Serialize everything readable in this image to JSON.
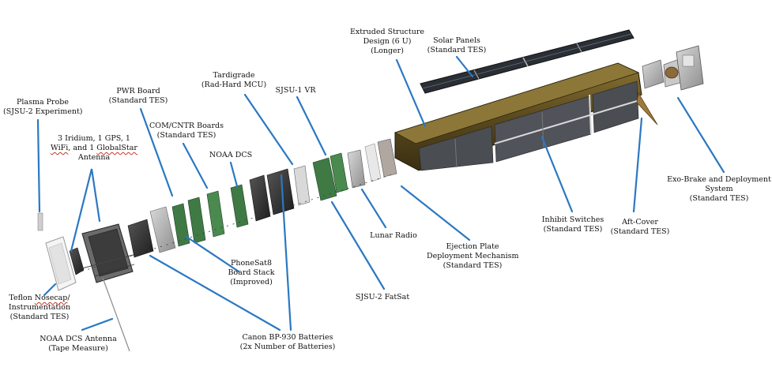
{
  "colors": {
    "leader": "#2b78c2",
    "structure": "#5c4a1e",
    "solar": "#2a2f36",
    "pcb": "#3f7a45"
  },
  "labels": {
    "extruded_structure": [
      "Extruded Structure",
      "Design (6 U)",
      "(Longer)"
    ],
    "solar_panels": [
      "Solar Panels",
      "(Standard TES)"
    ],
    "tardigrade": [
      "Tardigrade",
      "(Rad-Hard MCU)"
    ],
    "sjsu1_vr": [
      "SJSU-1 VR"
    ],
    "pwr_board": [
      "PWR Board",
      "(Standard TES)"
    ],
    "plasma_probe": [
      "Plasma Probe",
      "(SJSU-2 Experiment)"
    ],
    "com_cntr": [
      "COM/CNTR Boards",
      "(Standard TES)"
    ],
    "noaa_dcs": [
      "NOAA DCS"
    ],
    "antenna_line1": "3 Iridium, 1 GPS, 1",
    "antenna_line2_a": "WiFi",
    "antenna_line2_b": ", and 1 ",
    "antenna_line2_c": "GlobalStar",
    "antenna_line3": "Antenna",
    "exo_brake": [
      "Exo-Brake and Deployment",
      "System",
      "(Standard TES)"
    ],
    "inhibit": [
      "Inhibit Switches",
      "(Standard TES)"
    ],
    "aft_cover": [
      "Aft-Cover",
      "(Standard TES)"
    ],
    "lunar_radio": [
      "Lunar Radio"
    ],
    "ejection_plate": [
      "Ejection Plate",
      "Deployment Mechanism",
      "(Standard TES)"
    ],
    "phonesat": [
      "PhoneSat8",
      "Board Stack",
      "(Improved)"
    ],
    "teflon_a": "Teflon ",
    "teflon_b": "Nosecap",
    "teflon_c": "/",
    "teflon_line2": "Instrumentation",
    "teflon_line3": "(Standard TES)",
    "sjsu2_fatsat": [
      "SJSU-2 FatSat"
    ],
    "noaa_antenna": [
      "NOAA DCS Antenna",
      "(Tape Measure)"
    ],
    "batteries": [
      "Canon BP-930 Batteries",
      "(2x Number of Batteries)"
    ]
  }
}
